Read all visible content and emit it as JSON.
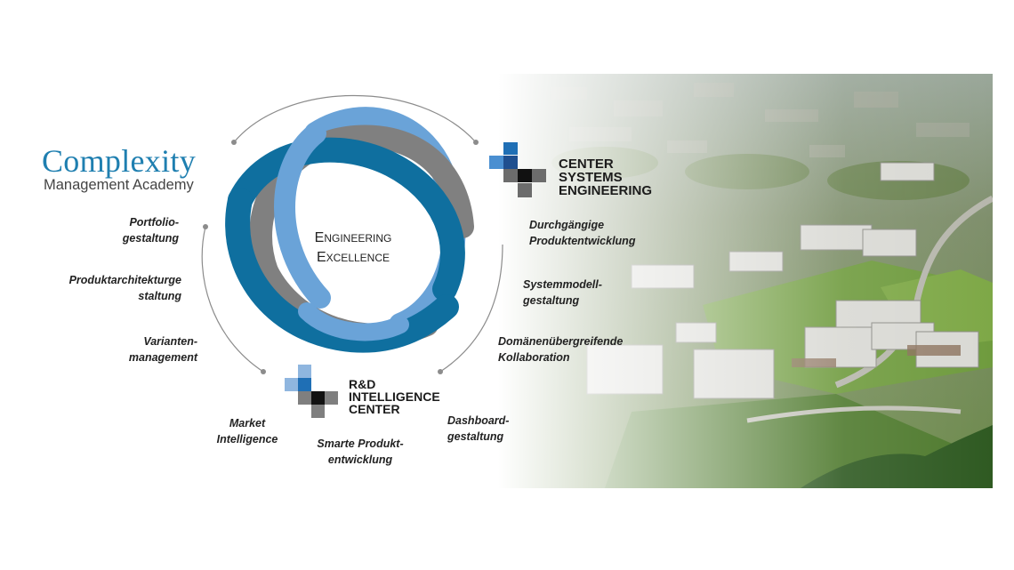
{
  "brand": {
    "title": "Complexity",
    "subtitle": "Management Academy"
  },
  "core": {
    "line1": "Engineering",
    "line2": "Excellence"
  },
  "center_systems": {
    "line1": "CENTER",
    "line2": "SYSTEMS",
    "line3": "ENGINEERING"
  },
  "rd_center": {
    "line1": "R&D",
    "line2": "INTELLIGENCE",
    "line3": "CENTER"
  },
  "left_labels": [
    {
      "l1": "Portfolio-",
      "l2": "gestaltung"
    },
    {
      "l1": "Produktarchitekturge",
      "l2": "staltung"
    },
    {
      "l1": "Varianten-",
      "l2": "management"
    },
    {
      "l1": "Market",
      "l2": "Intelligence"
    }
  ],
  "bottom_labels": [
    {
      "l1": "Smarte Produkt-",
      "l2": "entwicklung"
    },
    {
      "l1": "Dashboard-",
      "l2": "gestaltung"
    }
  ],
  "right_labels": [
    {
      "l1": "Durchgängige",
      "l2": "Produktentwicklung"
    },
    {
      "l1": "Systemmodell-",
      "l2": "gestaltung"
    },
    {
      "l1": "Domänenübergreifende",
      "l2": "Kollaboration"
    }
  ],
  "colors": {
    "brand_blue": "#1f7fb0",
    "ring_dark_blue": "#0f6f9f",
    "ring_light_blue": "#6aa3d8",
    "ring_gray": "#7f7f7f"
  }
}
